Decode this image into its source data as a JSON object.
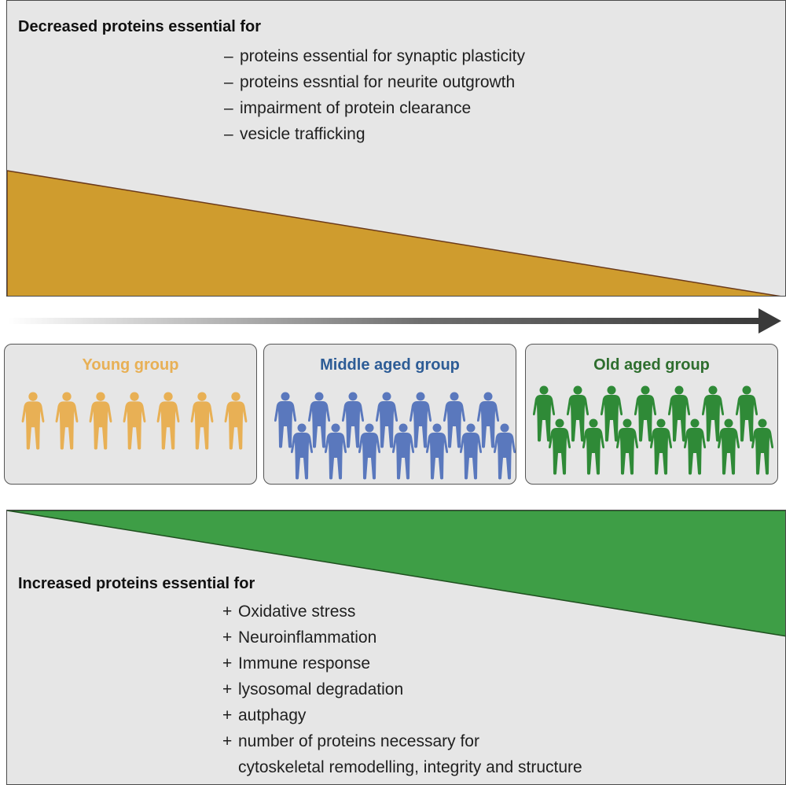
{
  "decreased": {
    "heading": "Decreased proteins essential for",
    "bullet": "–",
    "color": "#cf9c2e",
    "items": [
      "proteins essential for synaptic plasticity",
      "proteins essntial for neurite outgrowth",
      "impairment of protein clearance",
      "vesicle trafficking"
    ]
  },
  "increased": {
    "heading": "Increased proteins essential for",
    "bullet": "+",
    "color": "#3e9e46",
    "items": [
      "Oxidative stress",
      "Neuroinflammation",
      "Immune response",
      "lysosomal degradation",
      "autphagy",
      "number of proteins necessary for",
      "cytoskeletal remodelling, integrity and structure"
    ]
  },
  "groups": [
    {
      "name": "Young group",
      "color": "#e8b055",
      "figure_color": "#e8b055"
    },
    {
      "name": "Middle aged group",
      "color": "#2d5c96",
      "figure_color": "#5a78bd"
    },
    {
      "name": "Old aged group",
      "color": "#2e6e2e",
      "figure_color": "#2f8a37"
    }
  ],
  "icons": {
    "age_arrow": "arrow-right-icon",
    "person": "human-figure-icon"
  }
}
